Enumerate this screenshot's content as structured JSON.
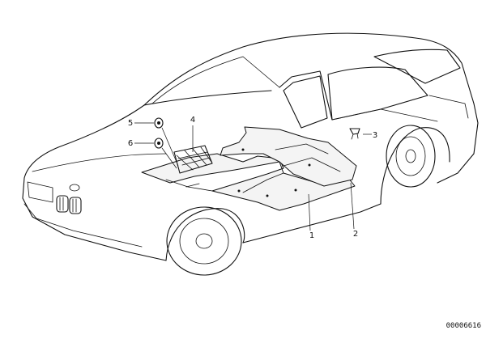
{
  "diagram": {
    "callouts": [
      {
        "id": "c1",
        "label": "1"
      },
      {
        "id": "c2",
        "label": "2"
      },
      {
        "id": "c3",
        "label": "3"
      },
      {
        "id": "c4",
        "label": "4"
      },
      {
        "id": "c5",
        "label": "5"
      },
      {
        "id": "c6",
        "label": "6"
      }
    ],
    "document_id": "00006616"
  }
}
